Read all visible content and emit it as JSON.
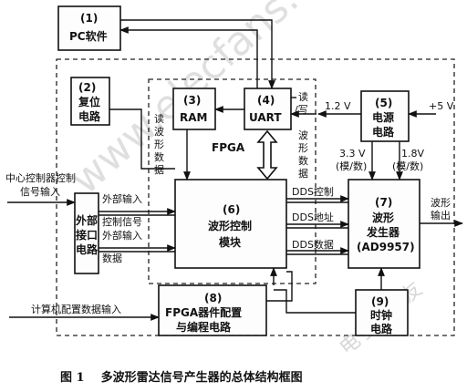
{
  "blocks": {
    "pc": {
      "num": "(1)",
      "label": "PC软件"
    },
    "reset": {
      "num": "(2)",
      "line1": "复位",
      "line2": "电路"
    },
    "ram": {
      "num": "(3)",
      "label": "RAM"
    },
    "uart": {
      "num": "(4)",
      "label": "UART"
    },
    "power": {
      "num": "(5)",
      "line1": "电源",
      "line2": "电路"
    },
    "control": {
      "num": "(6)",
      "line1": "波形控制",
      "line2": "模块"
    },
    "generator": {
      "num": "(7)",
      "line1": "波形",
      "line2": "发生器",
      "line3": "(AD9957)"
    },
    "fpga_config": {
      "num": "(8)",
      "line1": "FPGA器件配置",
      "line2": "与编程电路"
    },
    "clock": {
      "num": "(9)",
      "line1": "时钟",
      "line2": "电路"
    },
    "interface": {
      "line1": "外部",
      "line2": "接口",
      "line3": "电路"
    }
  },
  "labels": {
    "fpga": "FPGA",
    "read_wave": [
      "读",
      "波",
      "形",
      "数",
      "据"
    ],
    "rw_wave": [
      "读",
      "/写",
      "波",
      "形",
      "数",
      "据"
    ],
    "central_line1": "中心控制器控制",
    "central_line2": "信号输入",
    "ext_ctrl_line1": "外部输入",
    "ext_ctrl_line2": "控制信号",
    "ext_data_line1": "外部输入",
    "ext_data_line2": "数据",
    "dds_ctrl": "DDS控制",
    "dds_addr": "DDS地址",
    "dds_data": "DDS数据",
    "computer_cfg": "计算机配置数据输入",
    "wave_out_line1": "波形",
    "wave_out_line2": "输出",
    "v12": "1.2 V",
    "v5": "+5 V",
    "v33_line1": "3.3 V",
    "v33_line2": "(模/数)",
    "v18_line1": "1.8V",
    "v18_line2": "(模/数)"
  },
  "caption": "图 1    多波形雷达信号产生器的总体结构框图",
  "watermark": {
    "text": "www.elecfans.com",
    "text2": "电子发烧友"
  }
}
